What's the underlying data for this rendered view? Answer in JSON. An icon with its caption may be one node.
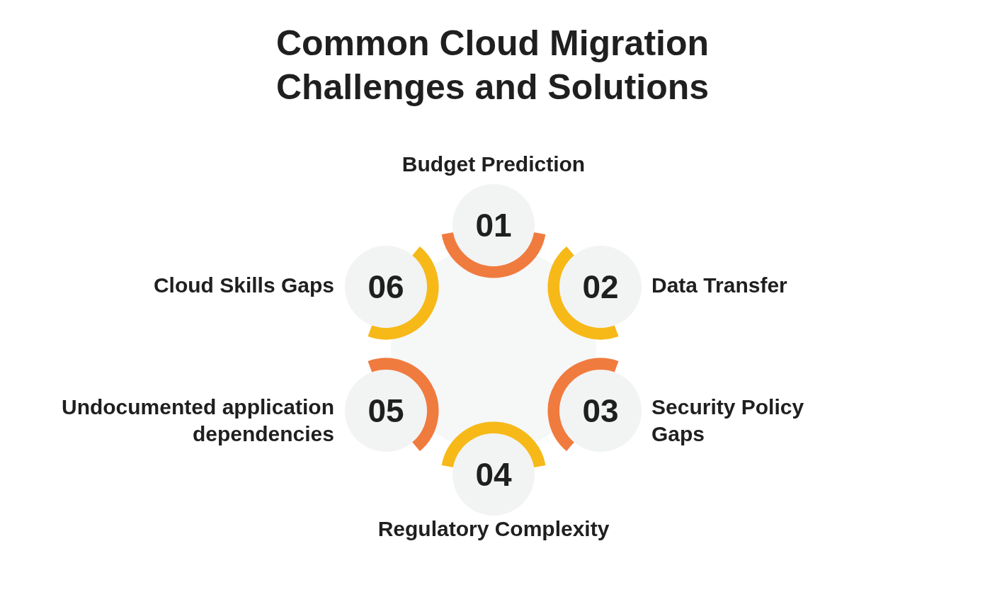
{
  "diagram": {
    "title": "Common Cloud Migration Challenges and Solutions",
    "nodes": [
      {
        "text": [
          "01"
        ],
        "beside": [
          "Budget Prediction"
        ]
      },
      {
        "text": [
          "02"
        ],
        "beside": [
          "Data Transfer"
        ]
      },
      {
        "text": [
          "03"
        ],
        "beside": [
          "Security Policy Gaps"
        ]
      },
      {
        "text": [
          "04"
        ],
        "beside": [
          "Regulatory Complexity"
        ]
      },
      {
        "text": [
          "05"
        ],
        "beside": [
          "Undocumented application dependencies"
        ]
      },
      {
        "text": [
          "06"
        ],
        "beside": [
          "Cloud Skills Gaps"
        ]
      }
    ]
  }
}
